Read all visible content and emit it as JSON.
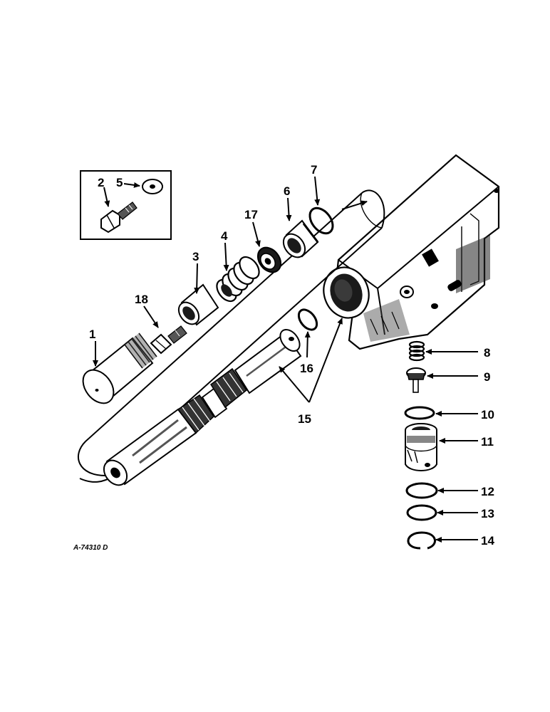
{
  "diagram": {
    "reference_code": "A-74310 D",
    "callouts": {
      "c1": "1",
      "c2": "2",
      "c3": "3",
      "c4": "4",
      "c5": "5",
      "c6": "6",
      "c7": "7",
      "c8": "8",
      "c9": "9",
      "c10": "10",
      "c11": "11",
      "c12": "12",
      "c13": "13",
      "c14": "14",
      "c15": "15",
      "c16": "16",
      "c17": "17",
      "c18": "18"
    }
  }
}
